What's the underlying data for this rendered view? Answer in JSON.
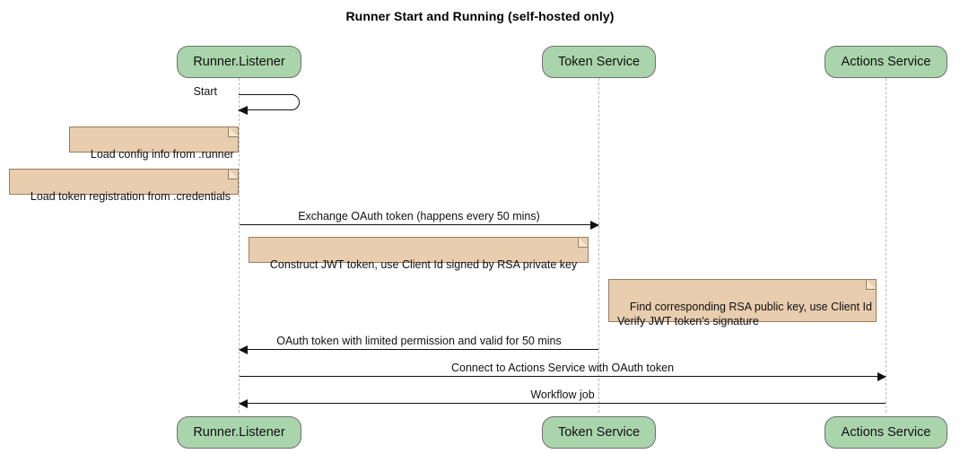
{
  "diagram": {
    "type": "sequence-diagram",
    "title": "Runner Start and Running (self-hosted only)",
    "colors": {
      "participant_fill": "#aad5ac",
      "participant_border": "#6f6f6f",
      "note_fill": "#e8cdaf",
      "note_border": "#9a7d5e",
      "lifeline": "#b9b9b9",
      "arrow": "#111111",
      "background": "#ffffff"
    }
  },
  "participants": [
    {
      "id": "runner",
      "label": "Runner.Listener"
    },
    {
      "id": "token",
      "label": "Token Service"
    },
    {
      "id": "actions",
      "label": "Actions Service"
    }
  ],
  "participants_bottom": [
    {
      "id": "runner",
      "label": "Runner.Listener"
    },
    {
      "id": "token",
      "label": "Token Service"
    },
    {
      "id": "actions",
      "label": "Actions Service"
    }
  ],
  "self_messages": [
    {
      "id": "start",
      "label": "Start",
      "from": "runner",
      "to": "runner"
    }
  ],
  "notes": [
    {
      "id": "note-load-config",
      "text": "Load config info from .runner"
    },
    {
      "id": "note-load-token",
      "text": "Load token registration from .credentials"
    },
    {
      "id": "note-construct-jwt",
      "text": "Construct JWT token, use Client Id signed by RSA private key"
    },
    {
      "id": "note-verify-jwt",
      "text": "Find corresponding RSA public key, use Client Id\nVerify JWT token's signature"
    }
  ],
  "messages": [
    {
      "id": "msg-exchange-oauth",
      "label": "Exchange OAuth token (happens every 50 mins)",
      "from": "runner",
      "to": "token",
      "direction": "right"
    },
    {
      "id": "msg-oauth-token-return",
      "label": "OAuth token with limited permission and valid for 50 mins",
      "from": "token",
      "to": "runner",
      "direction": "left"
    },
    {
      "id": "msg-connect-actions",
      "label": "Connect to Actions Service with OAuth token",
      "from": "runner",
      "to": "actions",
      "direction": "right"
    },
    {
      "id": "msg-workflow-job",
      "label": "Workflow job",
      "from": "actions",
      "to": "runner",
      "direction": "left"
    }
  ]
}
